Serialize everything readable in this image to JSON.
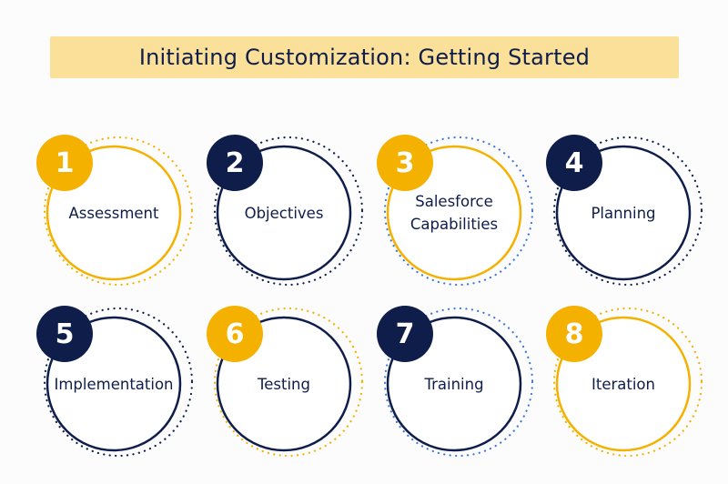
{
  "title": "Initiating Customization: Getting Started",
  "colors": {
    "banner": "#fbe09a",
    "navy": "#0f1d4a",
    "gold": "#f5b100",
    "blue": "#3c79d8",
    "text": "#0f1d4a"
  },
  "steps": [
    {
      "number": "1",
      "label": "Assessment",
      "label_lines": [
        "Assessment"
      ],
      "badge_color": "gold",
      "ring_color": "gold",
      "dots_color": "gold"
    },
    {
      "number": "2",
      "label": "Objectives",
      "label_lines": [
        "Objectives"
      ],
      "badge_color": "navy",
      "ring_color": "navy",
      "dots_color": "navy"
    },
    {
      "number": "3",
      "label": "Salesforce Capabilities",
      "label_lines": [
        "Salesforce",
        "Capabilities"
      ],
      "badge_color": "gold",
      "ring_color": "gold",
      "dots_color": "blue"
    },
    {
      "number": "4",
      "label": "Planning",
      "label_lines": [
        "Planning"
      ],
      "badge_color": "navy",
      "ring_color": "navy",
      "dots_color": "navy"
    },
    {
      "number": "5",
      "label": "Implementation",
      "label_lines": [
        "Implementation"
      ],
      "badge_color": "navy",
      "ring_color": "navy",
      "dots_color": "navy"
    },
    {
      "number": "6",
      "label": "Testing",
      "label_lines": [
        "Testing"
      ],
      "badge_color": "gold",
      "ring_color": "navy",
      "dots_color": "gold"
    },
    {
      "number": "7",
      "label": "Training",
      "label_lines": [
        "Training"
      ],
      "badge_color": "navy",
      "ring_color": "navy",
      "dots_color": "blue"
    },
    {
      "number": "8",
      "label": "Iteration",
      "label_lines": [
        "Iteration"
      ],
      "badge_color": "gold",
      "ring_color": "gold",
      "dots_color": "gold"
    }
  ]
}
